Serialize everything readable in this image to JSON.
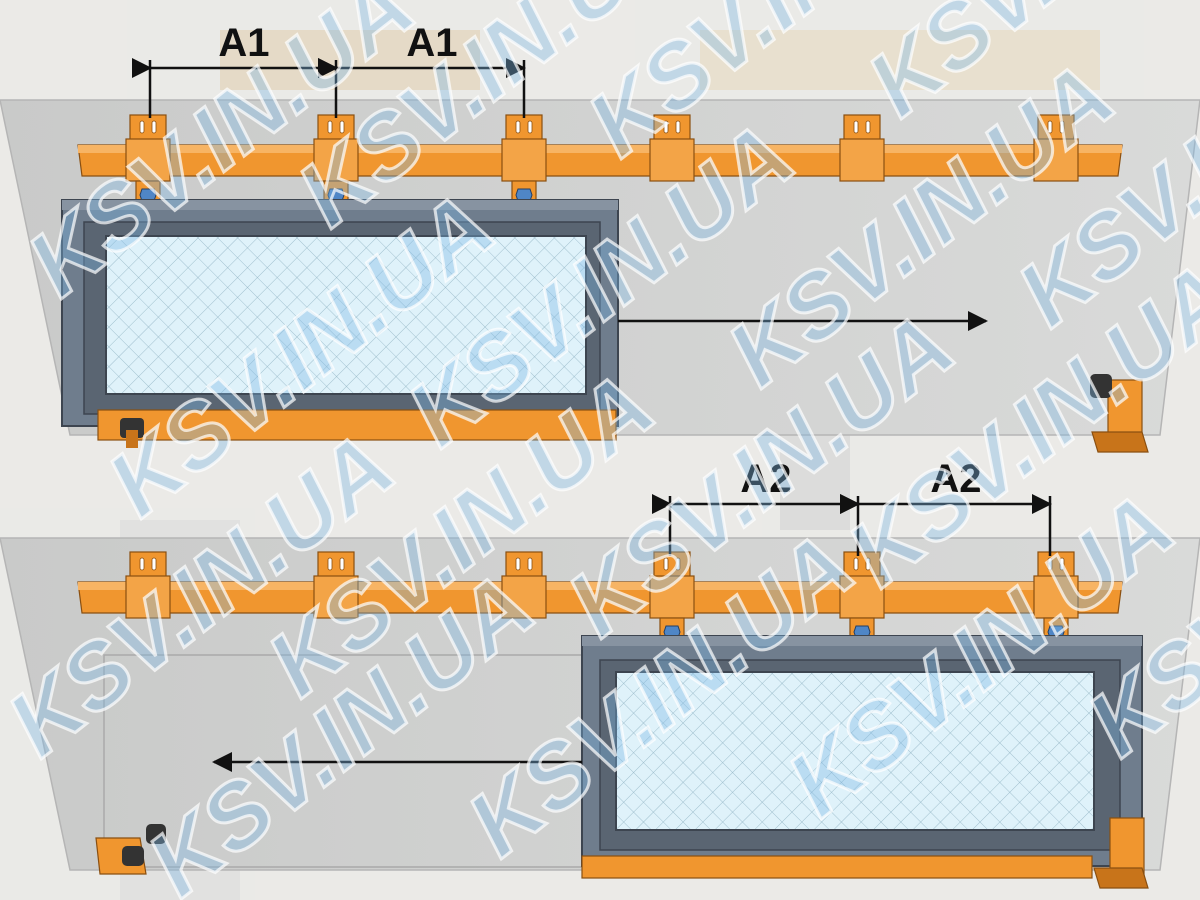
{
  "diagram": {
    "top": {
      "dimension_label": "A1"
    },
    "bottom": {
      "dimension_label": "A2"
    }
  },
  "watermark": {
    "text": "KSV.IN.UA"
  },
  "colors": {
    "rail": "#f0962f",
    "rail_shadow": "#c8741a",
    "frame": "#6f7d8d",
    "frame_dark": "#4b5562",
    "glass": "#d6eef7",
    "wall": "#cfd0cf",
    "bolt": "#4f86c6",
    "arrow": "#111111"
  }
}
